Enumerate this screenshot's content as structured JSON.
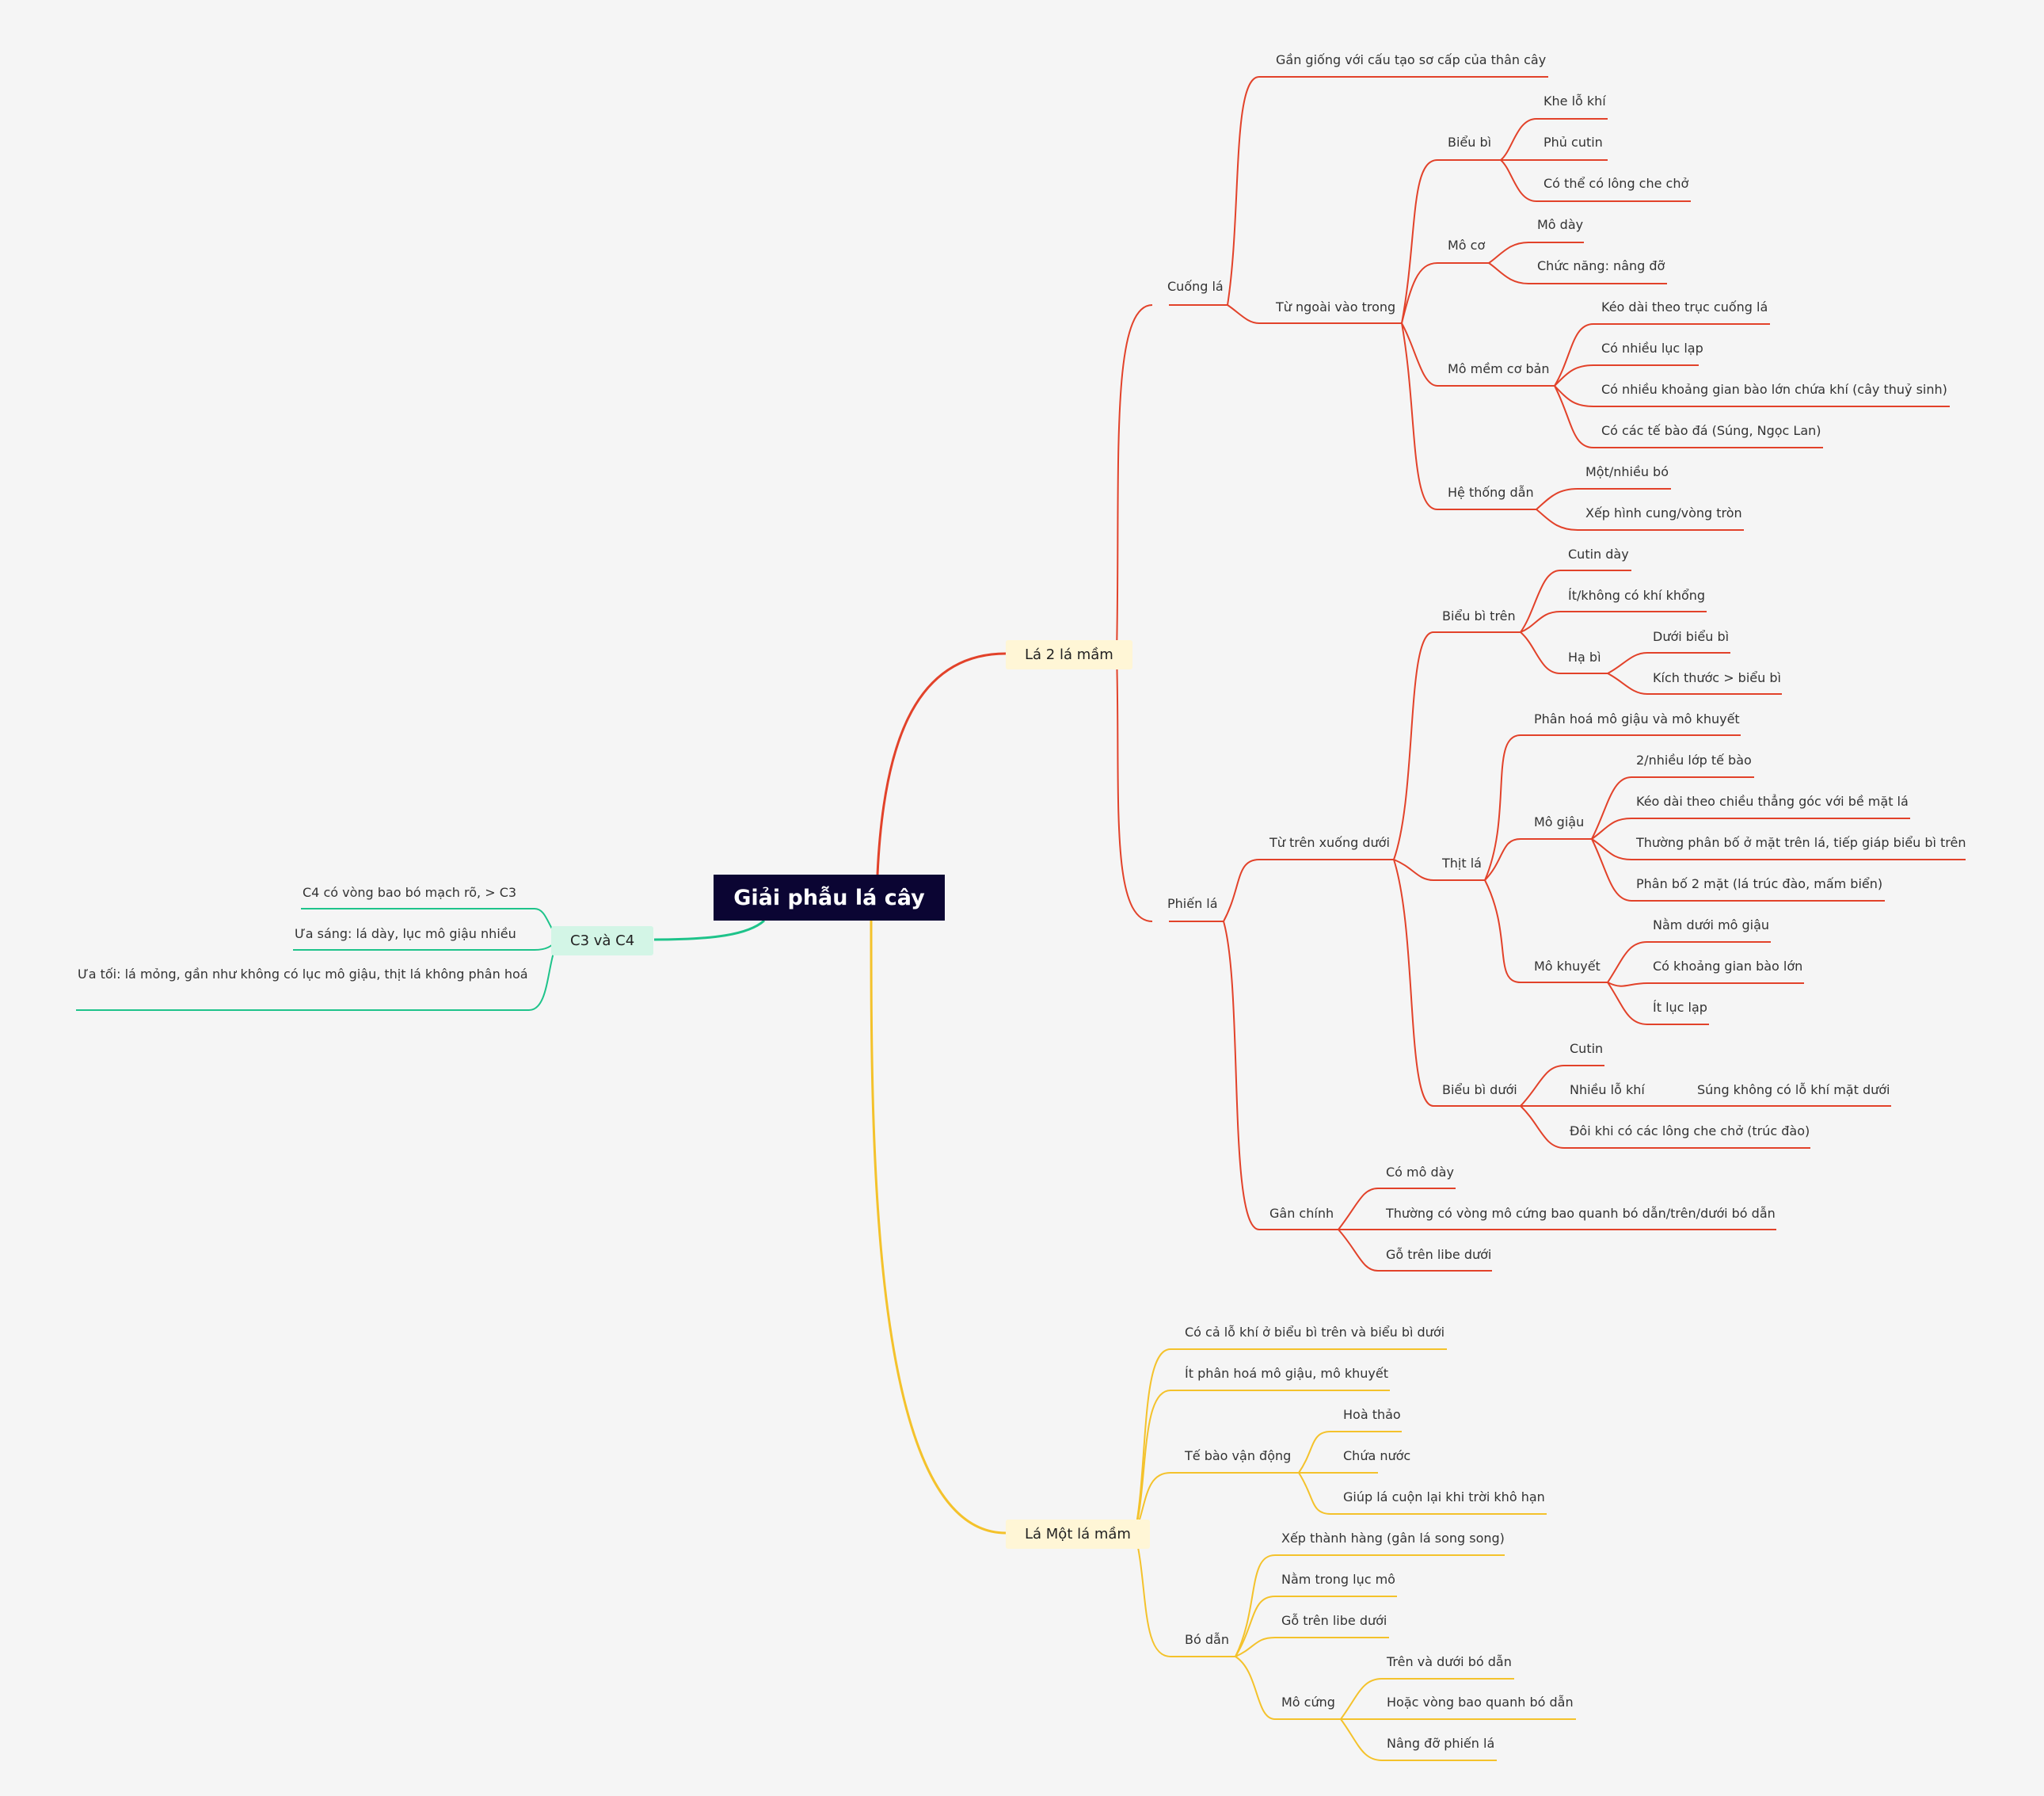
{
  "root": "Giải phẫu lá cây",
  "dicot": {
    "label": "Lá 2 lá mầm",
    "cuong": {
      "label": "Cuống lá",
      "c1": "Gần giống với cấu tạo sơ cấp của thân cây",
      "ngoai": {
        "label": "Từ ngoài vào trong",
        "bieubi": {
          "label": "Biểu bì",
          "items": [
            "Khe lỗ khí",
            "Phủ cutin",
            "Có thể có lông che chở"
          ]
        },
        "moco": {
          "label": "Mô cơ",
          "items": [
            "Mô dày",
            "Chức năng: nâng đỡ"
          ]
        },
        "momem": {
          "label": "Mô mềm cơ bản",
          "items": [
            "Kéo dài theo trục cuống lá",
            "Có nhiều lục lạp",
            "Có nhiều khoảng gian bào lớn chứa khí (cây thuỷ sinh)",
            "Có các tế bào đá (Súng, Ngọc Lan)"
          ]
        },
        "hethong": {
          "label": "Hệ thống dẫn",
          "items": [
            "Một/nhiều bó",
            "Xếp hình cung/vòng tròn"
          ]
        }
      }
    },
    "phien": {
      "label": "Phiến lá",
      "tren": {
        "label": "Từ trên xuống dưới",
        "bbtren": {
          "label": "Biểu bì trên",
          "items": [
            "Cutin dày",
            "Ít/không có khí khổng"
          ],
          "habi": {
            "label": "Hạ bì",
            "items": [
              "Dưới biểu bì",
              "Kích thước > biểu bì"
            ]
          }
        },
        "thit": {
          "label": "Thịt lá",
          "phanhoa": "Phân hoá mô giậu và mô khuyết",
          "mogiau": {
            "label": "Mô giậu",
            "items": [
              "2/nhiều lớp tế bào",
              "Kéo dài theo chiều thẳng góc với bề mặt lá",
              "Thường phân bố ở mặt trên lá, tiếp giáp biểu bì trên",
              "Phân bố 2 mặt (lá trúc đào, mấm biển)"
            ]
          },
          "mokhuyet": {
            "label": "Mô khuyết",
            "items": [
              "Nằm dưới mô giậu",
              "Có khoảng gian bào lớn",
              "Ít lục lạp"
            ]
          }
        },
        "bbduoi": {
          "label": "Biểu bì dưới",
          "cutin": "Cutin",
          "nhieu": "Nhiều lỗ khí",
          "sung": "Súng không có lỗ khí mặt dưới",
          "doi": "Đôi khi có các lông che chở (trúc đào)"
        }
      },
      "ganchinh": {
        "label": "Gân chính",
        "items": [
          "Có mô dày",
          "Thường có vòng mô cứng bao quanh bó dẫn/trên/dưới bó dẫn",
          "Gỗ trên libe dưới"
        ]
      }
    }
  },
  "monocot": {
    "label": "Lá Một lá mầm",
    "items": [
      "Có cả lỗ khí ở biểu bì trên và biểu bì dưới",
      "Ít phân hoá mô giậu, mô khuyết"
    ],
    "tebao": {
      "label": "Tế bào vận động",
      "items": [
        "Hoà thảo",
        "Chứa nước",
        "Giúp lá cuộn lại khi trời khô hạn"
      ]
    },
    "bodan": {
      "label": "Bó dẫn",
      "items": [
        "Xếp thành hàng (gân lá song song)",
        "Nằm trong lục mô",
        "Gỗ trên libe dưới"
      ],
      "mocung": {
        "label": "Mô cứng",
        "items": [
          "Trên và dưới bó dẫn",
          "Hoặc vòng bao quanh bó dẫn",
          "Nâng đỡ phiến lá"
        ]
      }
    }
  },
  "c3c4": {
    "label": "C3 và C4",
    "items": [
      "C4 có vòng bao bó mạch rõ, > C3",
      "Ưa sáng: lá dày, lục mô giậu nhiều",
      "Ưa tối: lá mỏng, gần như không có lục mô giậu, thịt lá không phân hoá"
    ]
  },
  "colors": {
    "dicot": "#e2422a",
    "monocot": "#f4c22b",
    "c3c4": "#1ec38a",
    "root": "#0b0533"
  }
}
